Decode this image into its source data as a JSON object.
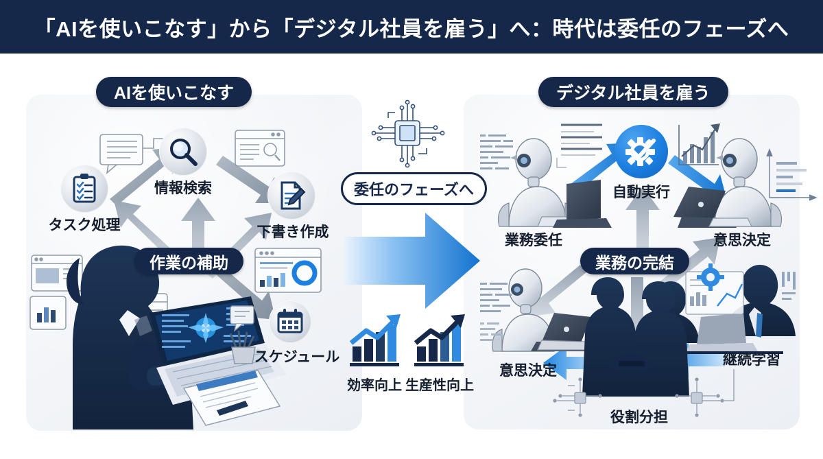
{
  "header": {
    "title": "「AIを使いこなす」から「デジタル社員を雇う」へ：時代は委任のフェーズへ"
  },
  "theme": {
    "navy": "#16284a",
    "accent_blue": "#1b7fe0",
    "panel_bg": "#eef1f5",
    "page_bg": "#ffffff",
    "label_text": "#141d2e"
  },
  "left_panel": {
    "badge_top": "AIを使いこなす",
    "badge_mid": "作業の補助",
    "nodes": [
      {
        "id": "task",
        "label": "タスク処理",
        "icon": "clipboard-check-icon"
      },
      {
        "id": "search",
        "label": "情報検索",
        "icon": "magnifier-icon"
      },
      {
        "id": "draft",
        "label": "下書き作成",
        "icon": "document-pencil-icon"
      },
      {
        "id": "schedule",
        "label": "スケジュール",
        "icon": "calendar-icon"
      }
    ],
    "scene": "businesswoman-at-laptop-silhouette"
  },
  "center": {
    "chip_icon": "cpu-chip-icon",
    "phase_badge": "委任のフェーズへ",
    "arrow": "large-right-arrow",
    "metrics": [
      {
        "id": "efficiency",
        "label": "効率向上",
        "icon": "growth-chart-blue-icon"
      },
      {
        "id": "productivity",
        "label": "生産性向上",
        "icon": "growth-chart-dark-icon"
      }
    ]
  },
  "right_panel": {
    "badge_top": "デジタル社員を雇う",
    "badge_mid": "業務の完結",
    "nodes": [
      {
        "id": "delegate",
        "label": "業務委任",
        "icon": "robot-laptop-icon"
      },
      {
        "id": "auto",
        "label": "自動実行",
        "icon": "gear-check-icon"
      },
      {
        "id": "decide-top",
        "label": "意思決定",
        "icon": "robot-laptop-icon"
      },
      {
        "id": "decide-bottom",
        "label": "意思決定",
        "icon": "robot-laptop-icon"
      },
      {
        "id": "roles",
        "label": "役割分担",
        "icon": "handshake-icon"
      },
      {
        "id": "learning",
        "label": "継続学習",
        "icon": "business-people-icon"
      }
    ]
  }
}
